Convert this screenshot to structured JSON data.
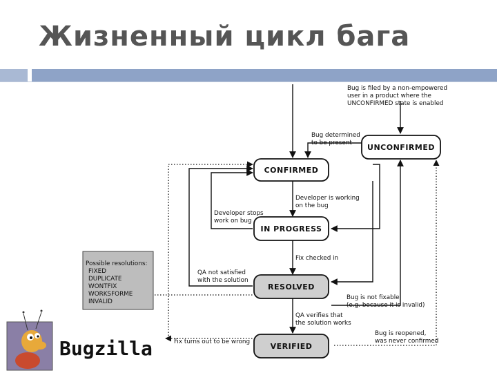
{
  "slide": {
    "title": "Жизненный цикл бага",
    "brand": "Bugzilla"
  },
  "diagram": {
    "states": {
      "unconfirmed": "UNCONFIRMED",
      "confirmed": "CONFIRMED",
      "in_progress": "IN PROGRESS",
      "resolved": "RESOLVED",
      "verified": "VERIFIED"
    },
    "notes": {
      "top_right": [
        "Bug is filed by a non-empowered",
        "user in a product where the",
        "UNCONFIRMED state is enabled"
      ],
      "determined": [
        "Bug determined",
        "to be present"
      ],
      "dev_working": [
        "Developer is working",
        "on the bug"
      ],
      "dev_stops": [
        "Developer stops",
        "work on bug"
      ],
      "fix_checked": [
        "Fix checked in"
      ],
      "qa_not_satisfied": [
        "QA not satisfied",
        "with the solution"
      ],
      "not_fixable": [
        "Bug is not fixable",
        "(e.g. because it is invalid)"
      ],
      "qa_verifies": [
        "QA verifies that",
        "the solution works"
      ],
      "reopened": [
        "Bug is reopened,",
        "was never confirmed"
      ],
      "fix_wrong": [
        "Fix turns out to be wrong"
      ]
    },
    "resolutions": {
      "heading": "Possible resolutions:",
      "items": [
        "FIXED",
        "DUPLICATE",
        "WONTFIX",
        "WORKSFORME",
        "INVALID"
      ]
    },
    "colors": {
      "resolved_fill": "#cfcfcf",
      "resolutions_fill": "#bdbdbd",
      "accent": "#8ea3c7",
      "mascot_bg": "#8a7fa6"
    }
  }
}
